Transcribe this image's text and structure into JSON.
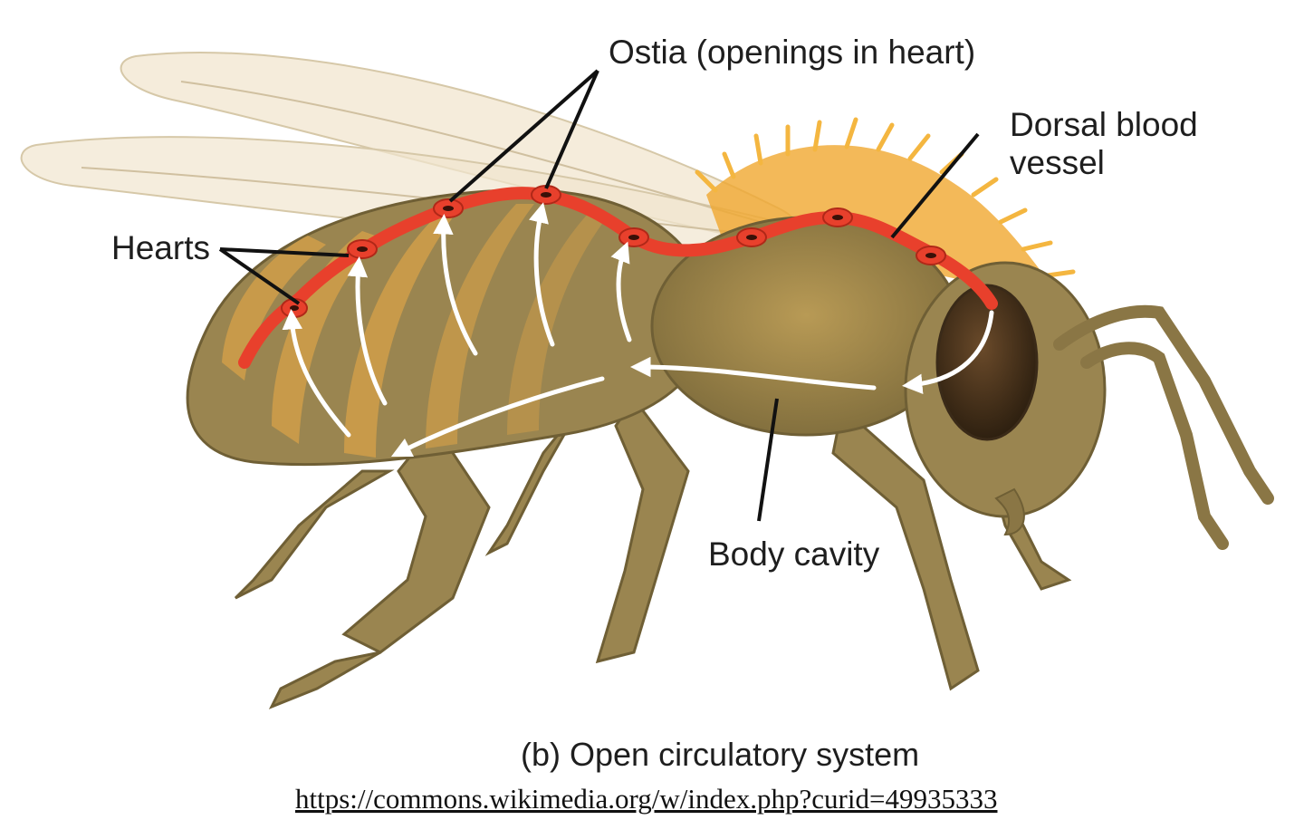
{
  "diagram": {
    "labels": {
      "ostia": "Ostia (openings in heart)",
      "dorsal_line1": "Dorsal blood",
      "dorsal_line2": "vessel",
      "hearts": "Hearts",
      "body_cavity": "Body cavity"
    },
    "caption": "(b) Open circulatory system",
    "source_link": "https://commons.wikimedia.org/w/index.php?curid=49935333"
  },
  "colors": {
    "vessel": "#e8402c",
    "body": "#9a8550",
    "body_dark": "#6f5f35",
    "stripe": "#c89a4a",
    "hair": "#f0a830",
    "wing": "#f1e6cf",
    "eye": "#4a3420",
    "flow_arrows": "#ffffff",
    "leader_lines": "#111111"
  }
}
